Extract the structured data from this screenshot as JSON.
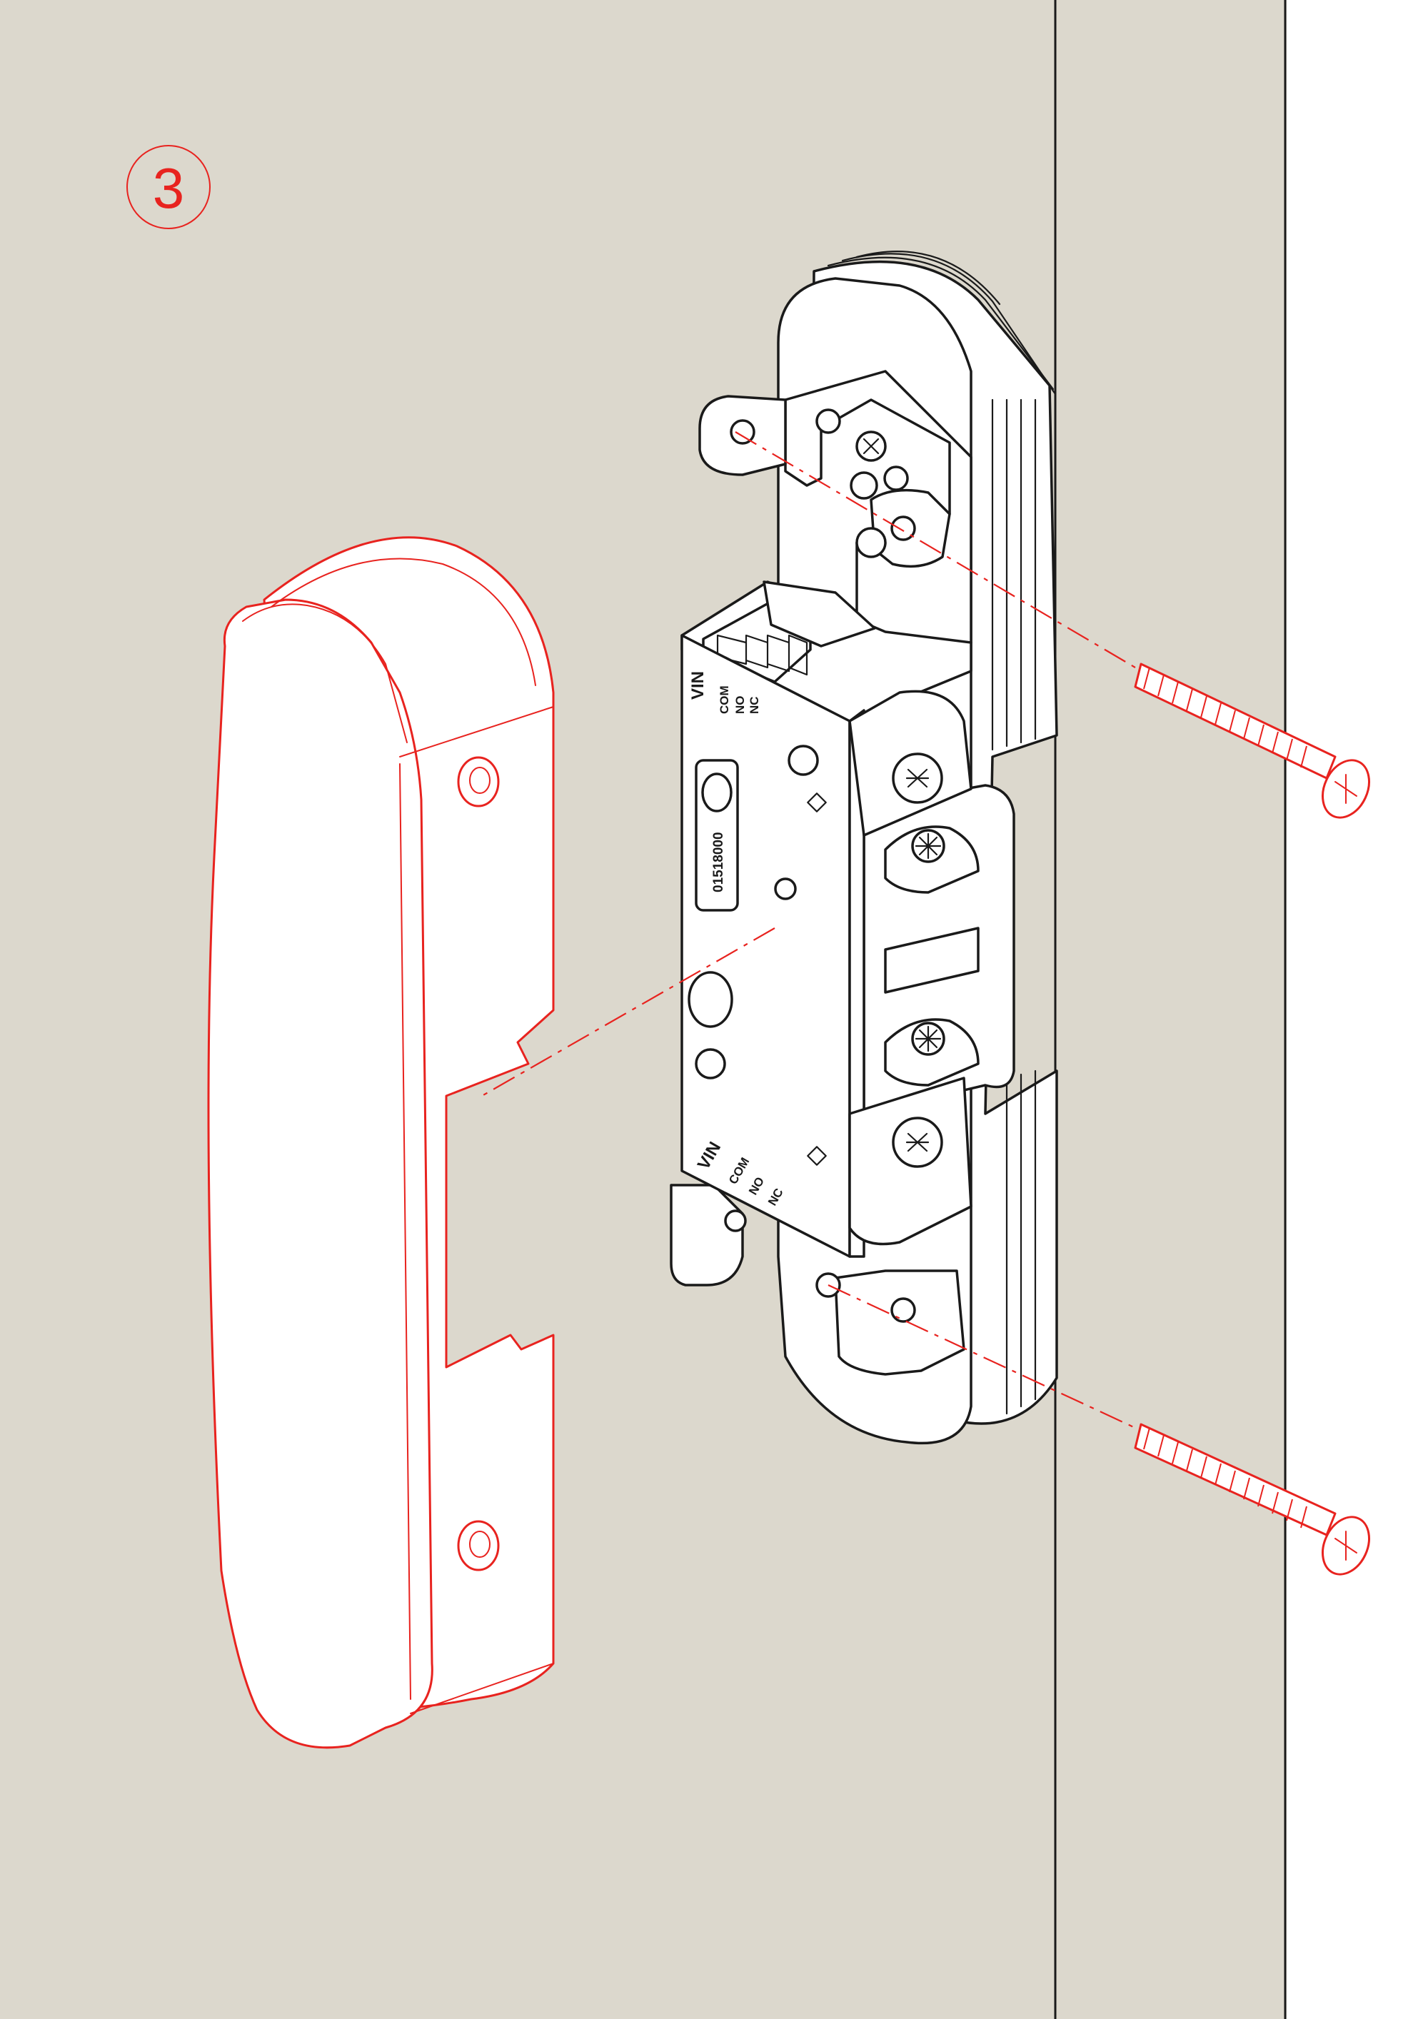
{
  "step": {
    "number": "3"
  },
  "colors": {
    "wall": "#dcd8cd",
    "accent_red": "#e8231f",
    "line": "#1a1a1a",
    "part_fill": "#ffffff"
  },
  "device": {
    "terminal_labels_top": [
      "VIN",
      "COM",
      "NO",
      "NC"
    ],
    "terminal_labels_bottom": [
      "VIN",
      "COM",
      "NO",
      "NC"
    ],
    "model_code": "01518000"
  }
}
